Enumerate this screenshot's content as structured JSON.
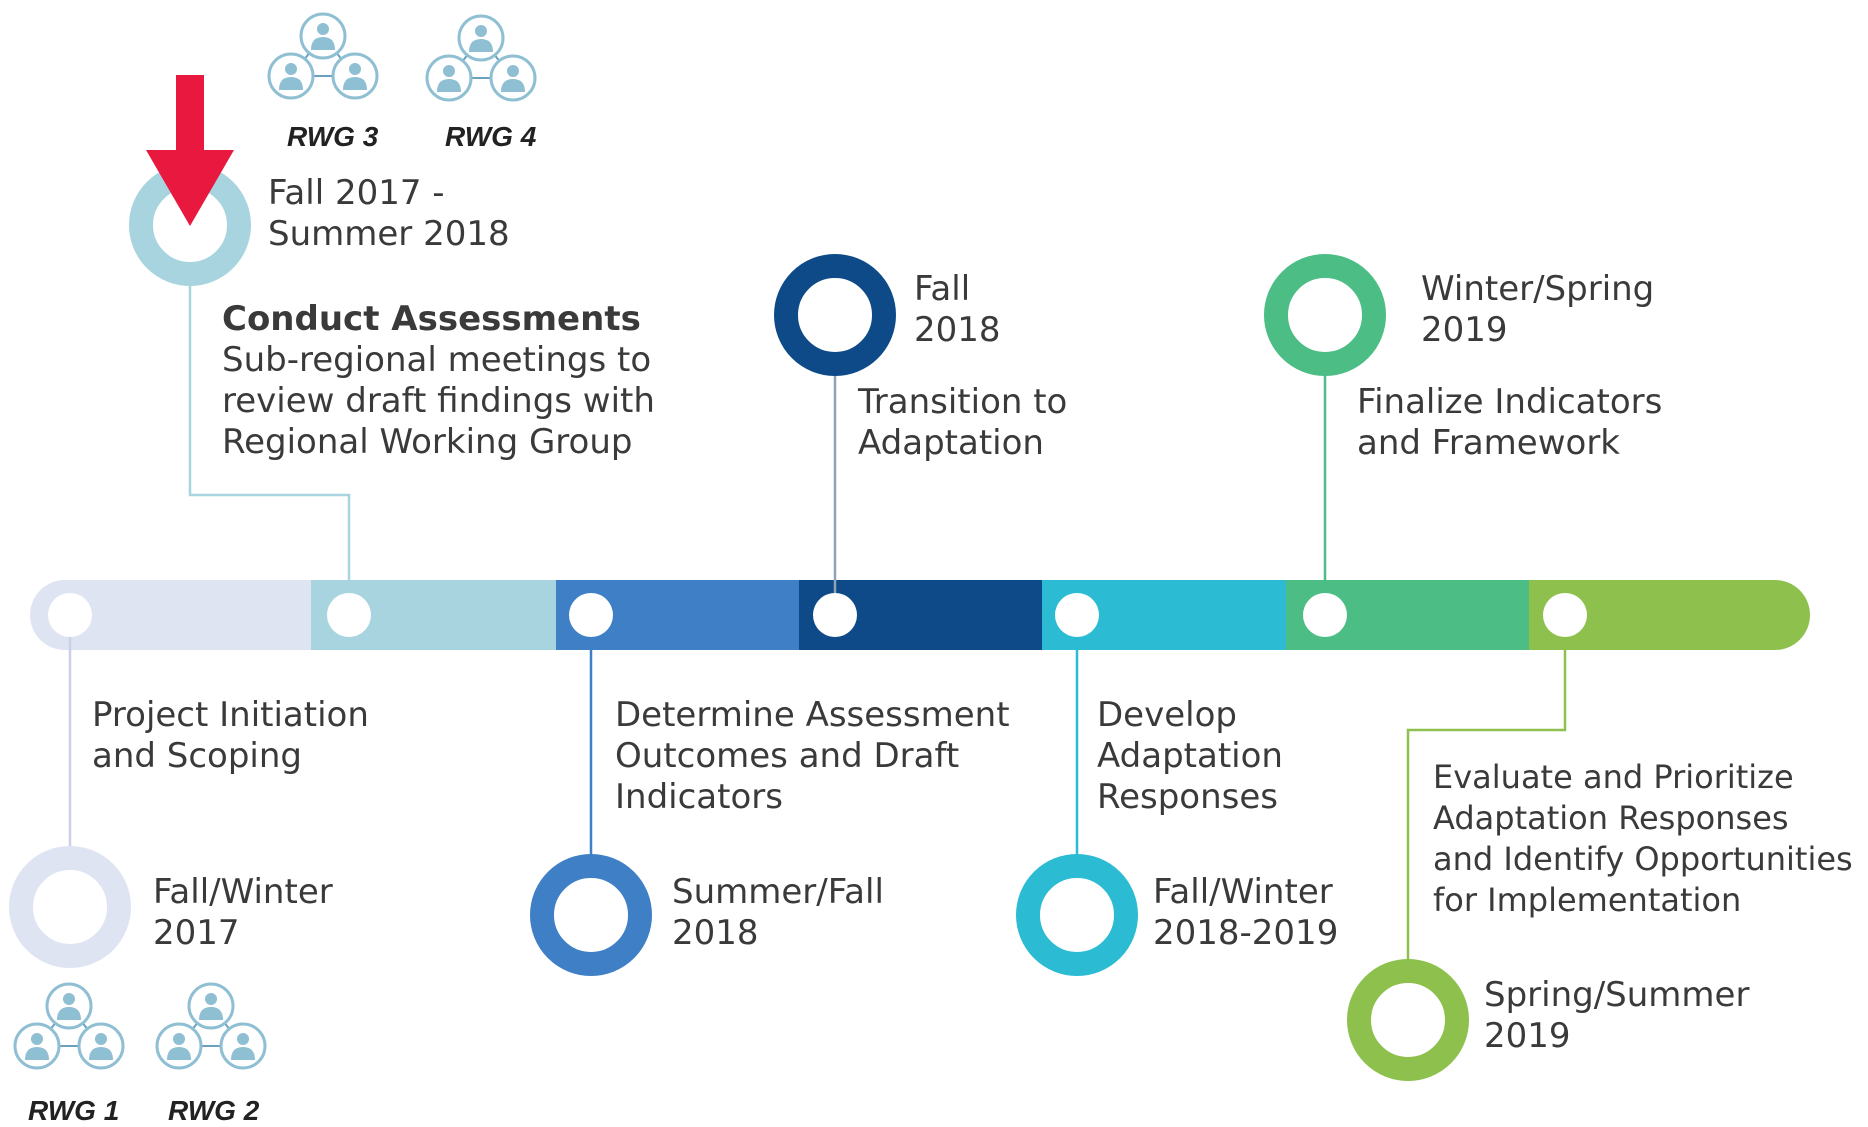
{
  "colors": {
    "seg1": "#dfe4f3",
    "seg2": "#a8d4df",
    "seg3": "#3f7fc6",
    "seg4": "#0d4a87",
    "seg5": "#2bbbd3",
    "seg6": "#4bbd85",
    "seg7": "#8dc04c",
    "arrow": "#e8183f",
    "icon": "#8fbfd3"
  },
  "milestones": [
    {
      "id": "m1",
      "date": [
        "Fall/Winter",
        "2017"
      ],
      "title": [],
      "desc": [
        "Project Initiation",
        "and Scoping"
      ],
      "groups": [
        "RWG 1",
        "RWG 2"
      ]
    },
    {
      "id": "m2",
      "date": [
        "Fall 2017 -",
        "Summer 2018"
      ],
      "title": [
        "Conduct Assessments"
      ],
      "desc": [
        "Sub-regional meetings to",
        "review draft findings with",
        "Regional Working Group"
      ],
      "groups": [
        "RWG 3",
        "RWG 4"
      ]
    },
    {
      "id": "m3",
      "date": [
        "Summer/Fall",
        "2018"
      ],
      "title": [],
      "desc": [
        "Determine Assessment",
        "Outcomes and Draft",
        "Indicators"
      ],
      "groups": []
    },
    {
      "id": "m4",
      "date": [
        "Fall",
        "2018"
      ],
      "title": [],
      "desc": [
        "Transition to",
        "Adaptation"
      ],
      "groups": []
    },
    {
      "id": "m5",
      "date": [
        "Fall/Winter",
        "2018-2019"
      ],
      "title": [],
      "desc": [
        "Develop",
        "Adaptation",
        "Responses"
      ],
      "groups": []
    },
    {
      "id": "m6",
      "date": [
        "Winter/Spring",
        "2019"
      ],
      "title": [],
      "desc": [
        "Finalize Indicators",
        "and Framework"
      ],
      "groups": []
    },
    {
      "id": "m7",
      "date": [
        "Spring/Summer",
        "2019"
      ],
      "title": [],
      "desc": [
        "Evaluate and Prioritize",
        "Adaptation  Responses",
        "and Identify Opportunities",
        "for Implementation"
      ],
      "groups": []
    }
  ]
}
